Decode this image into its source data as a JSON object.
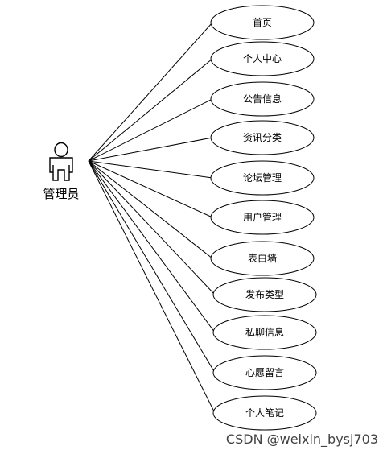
{
  "actor": {
    "name": "管理员",
    "icon": "person-icon"
  },
  "use_cases": [
    "首页",
    "个人中心",
    "公告信息",
    "资讯分类",
    "论坛管理",
    "用户管理",
    "表白墙",
    "发布类型",
    "私聊信息",
    "心愿留言",
    "个人笔记"
  ],
  "watermark": "CSDN @weixin_bysj703"
}
